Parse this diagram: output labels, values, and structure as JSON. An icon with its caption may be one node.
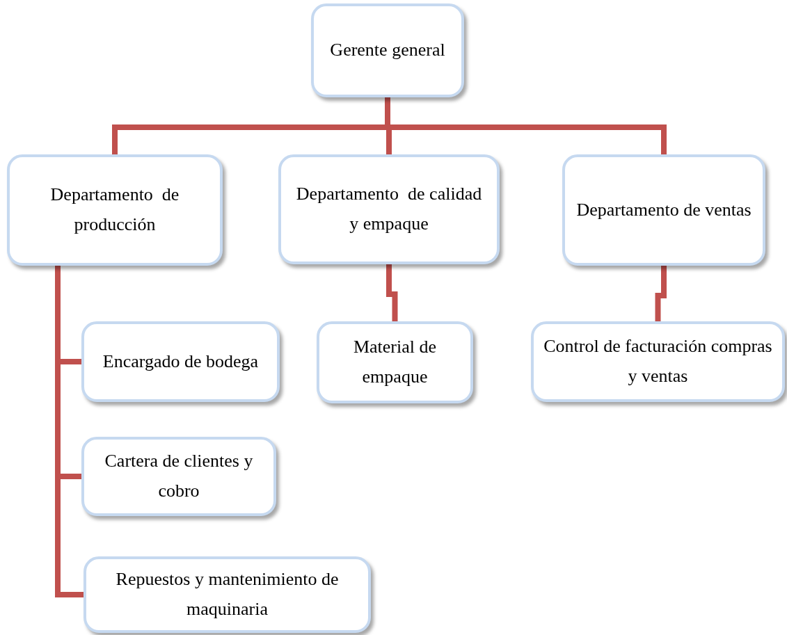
{
  "diagram": {
    "nodes": [
      {
        "text": [
          "Gerente general"
        ]
      },
      {
        "text": [
          "Departamento  de producción"
        ]
      },
      {
        "text": [
          "Departamento  de calidad y empaque"
        ]
      },
      {
        "text": [
          "Departamento de ventas"
        ]
      },
      {
        "text": [
          "Encargado de bodega"
        ]
      },
      {
        "text": [
          "Material de empaque"
        ]
      },
      {
        "text": [
          "Control de facturación compras y ventas"
        ]
      },
      {
        "text": [
          "Cartera de clientes y cobro"
        ]
      },
      {
        "text": [
          "Repuestos y mantenimiento de    maquinaria"
        ]
      }
    ],
    "edges": [
      {
        "from": 0,
        "to": 1,
        "arrow": "none"
      },
      {
        "from": 0,
        "to": 2,
        "arrow": "none"
      },
      {
        "from": 0,
        "to": 3,
        "arrow": "none"
      },
      {
        "from": 1,
        "to": 4,
        "arrow": "none"
      },
      {
        "from": 1,
        "to": 7,
        "arrow": "none"
      },
      {
        "from": 1,
        "to": 8,
        "arrow": "none"
      },
      {
        "from": 2,
        "to": 5,
        "arrow": "none"
      },
      {
        "from": 3,
        "to": 6,
        "arrow": "none"
      }
    ]
  }
}
